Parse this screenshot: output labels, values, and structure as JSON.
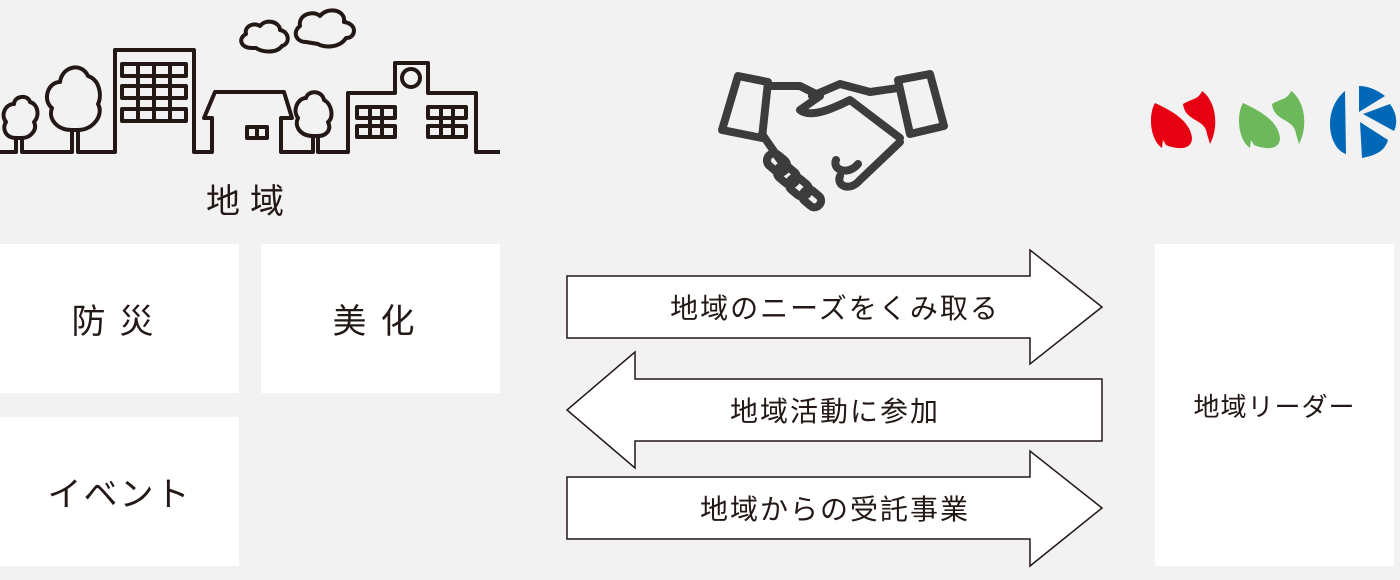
{
  "community": {
    "label": "地域",
    "activities": [
      "防災",
      "美化",
      "イベント"
    ]
  },
  "arrows": [
    {
      "label": "地域のニーズをくみ取る",
      "direction": "right"
    },
    {
      "label": "地域活動に参加",
      "direction": "left"
    },
    {
      "label": "地域からの受託事業",
      "direction": "right"
    }
  ],
  "leader": {
    "label": "地域リーダー"
  },
  "logo": {
    "text": "NNK",
    "colors": [
      "#e60012",
      "#6cb85a",
      "#0068b7"
    ]
  },
  "colors": {
    "background": "#f2f2f2",
    "line": "#231815",
    "box": "#ffffff"
  }
}
